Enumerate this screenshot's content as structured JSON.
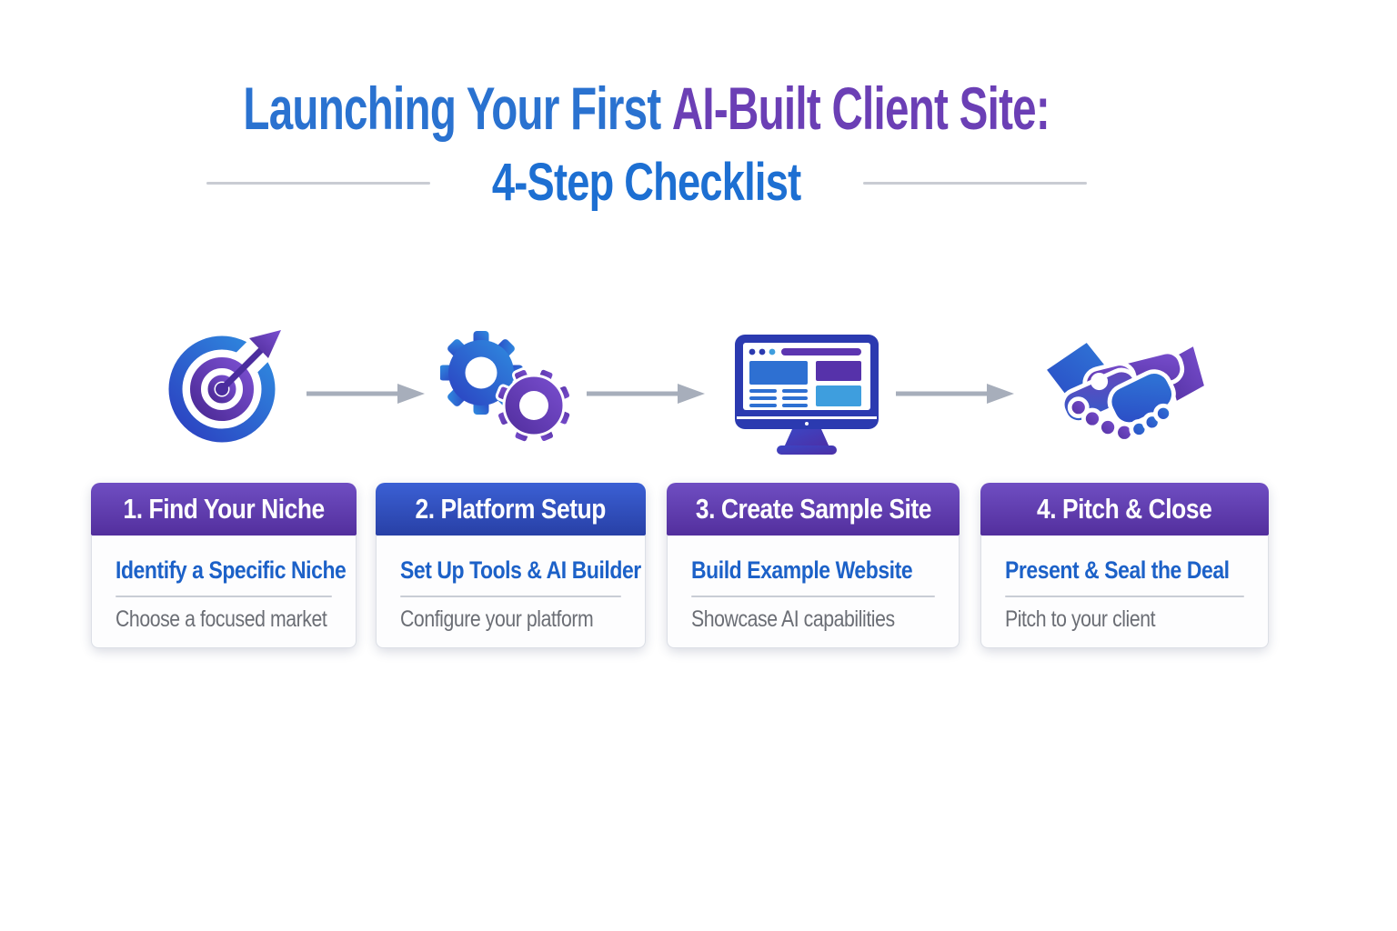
{
  "title": {
    "line1_part1": "Launching Your First",
    "line1_part2": "AI-Built Client Site:",
    "line2": "4-Step Checklist"
  },
  "colors": {
    "title_blue": "#2a72d0",
    "title_purple": "#6b3fb5",
    "line2_blue": "#1d6fd2",
    "header_purple_top": "#6f4ec2",
    "header_purple_bottom": "#532f9d",
    "header_blue_top": "#3b60d4",
    "header_blue_bottom": "#2840a6",
    "heading_blue": "#1c61c8",
    "subtext_gray": "#6b6e75",
    "divider_gray": "#c9cdd5",
    "arrow_gray": "#a7aebb"
  },
  "steps": [
    {
      "icon": "target-icon",
      "header": "1. Find Your Niche",
      "heading": "Identify a Specific Niche",
      "subtext": "Choose a focused market"
    },
    {
      "icon": "gears-icon",
      "header": "2. Platform Setup",
      "heading": "Set Up Tools & AI Builder",
      "subtext": "Configure your platform"
    },
    {
      "icon": "monitor-icon",
      "header": "3. Create Sample Site",
      "heading": "Build Example Website",
      "subtext": "Showcase AI capabilities"
    },
    {
      "icon": "handshake-icon",
      "header": "4. Pitch & Close",
      "heading": "Present & Seal the Deal",
      "subtext": "Pitch to your client"
    }
  ]
}
